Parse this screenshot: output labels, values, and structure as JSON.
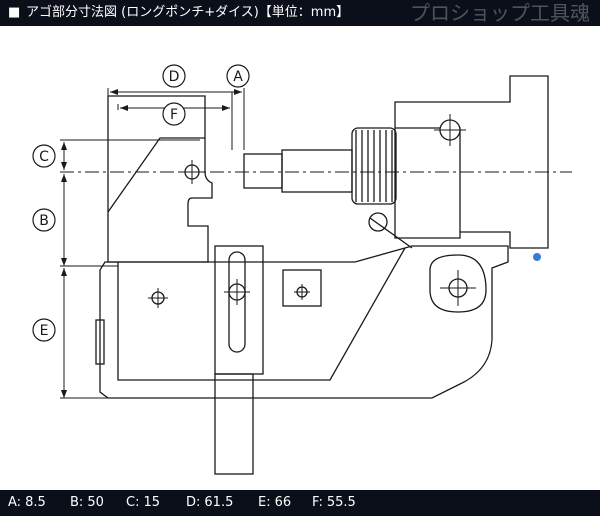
{
  "header": {
    "marker": "■",
    "title": "アゴ部分寸法図 (ロングポンチ+ダイス)【単位：mm】",
    "watermark": "プロショップ工具魂"
  },
  "callouts": {
    "A": "A",
    "B": "B",
    "C": "C",
    "D": "D",
    "E": "E",
    "F": "F"
  },
  "dimensions": [
    {
      "key": "A",
      "value": "8.5"
    },
    {
      "key": "B",
      "value": "50"
    },
    {
      "key": "C",
      "value": "15"
    },
    {
      "key": "D",
      "value": "61.5"
    },
    {
      "key": "E",
      "value": "66"
    },
    {
      "key": "F",
      "value": "55.5"
    }
  ],
  "colors": {
    "bar_bg": "#0b0f1a",
    "line": "#1a1a1a",
    "accent_dot": "#3a7bd5"
  }
}
